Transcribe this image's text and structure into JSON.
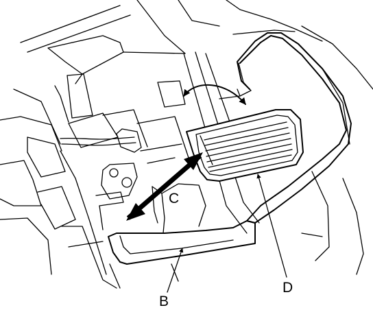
{
  "labels": {
    "b": "B",
    "c": "C",
    "d": "D"
  },
  "colors": {
    "stroke": "#000000",
    "background": "#ffffff"
  }
}
